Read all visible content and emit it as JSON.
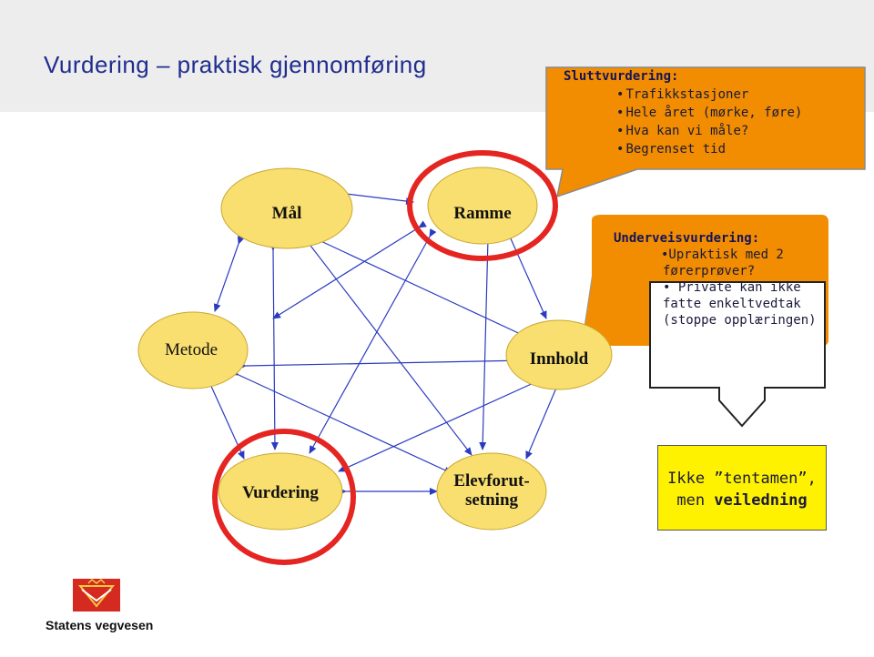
{
  "title": "Vurdering – praktisk gjennomføring",
  "nodes": {
    "maal": "Mål",
    "ramme": "Ramme",
    "metode": "Metode",
    "innhold": "Innhold",
    "vurdering": "Vurdering",
    "elevforutsetning_line1": "Elevforut-",
    "elevforutsetning_line2": "setning"
  },
  "sluttvurdering": {
    "heading": "Sluttvurdering:",
    "items": [
      "Trafikkstasjoner",
      "Hele året (mørke, føre)",
      "Hva kan vi måle?",
      "Begrenset tid"
    ]
  },
  "underveisvurdering": {
    "heading": "Underveisvurdering:",
    "line1": "•Upraktisk med 2",
    "line2": "førerprøver?",
    "line3": "• Private kan ikke",
    "line4": "fatte enkeltvedtak",
    "line5": "(stoppe opplæringen)"
  },
  "result_box": {
    "line1": "Ikke ”tentamen”,",
    "line2_prefix": "men ",
    "line2_bold": "veiledning"
  },
  "logo": {
    "text": "Statens vegvesen"
  },
  "colors": {
    "title": "#1f2d8f",
    "node_fill": "#f9df6f",
    "node_stroke": "#c9a830",
    "arrow": "#2b3bbf",
    "highlight_ring": "#e52521",
    "callout_fill": "#f28c00",
    "result_fill": "#fff200",
    "logo_red": "#d42a1f"
  }
}
